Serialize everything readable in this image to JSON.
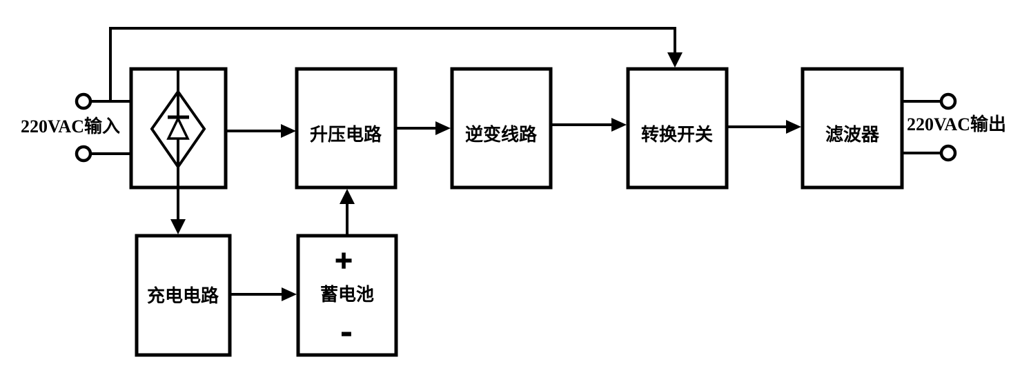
{
  "diagram": {
    "input_label": "220VAC输入",
    "output_label": "220VAC输出",
    "blocks": {
      "rectifier": "",
      "boost": "升压电路",
      "inverter": "逆变线路",
      "transfer_switch": "转换开关",
      "filter": "滤波器",
      "charger": "充电电路",
      "battery": "蓄电池"
    },
    "battery": {
      "plus": "+",
      "minus": "-"
    },
    "colors": {
      "line": "#000000",
      "background": "#ffffff"
    }
  }
}
